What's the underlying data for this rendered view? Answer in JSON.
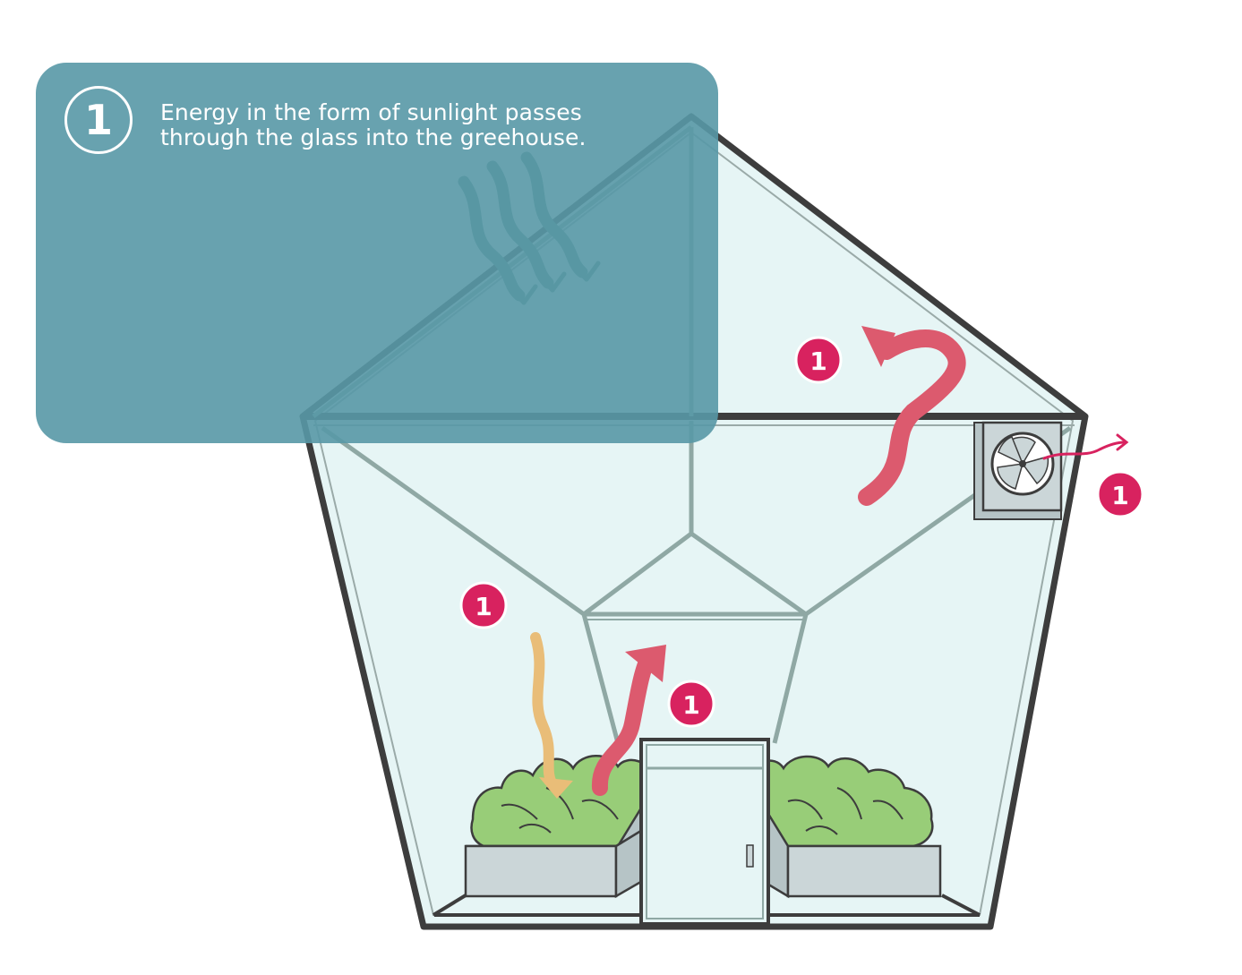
{
  "info_panel": {
    "step_number": "1",
    "text_lines": [
      "Energy in the form of sunlight passes",
      "through the glass into the greehouse."
    ]
  },
  "markers": [
    {
      "id": "roof-heat",
      "label": "1"
    },
    {
      "id": "fan-exhaust",
      "label": "1"
    },
    {
      "id": "sunlight-ground",
      "label": "1"
    },
    {
      "id": "heat-rise",
      "label": "1"
    }
  ],
  "colors": {
    "panel": "#5898a6",
    "glass": "#e6f5f5",
    "frame": "#3d3d3d",
    "strut": "#8fa8a4",
    "marker": "#d8225f",
    "heat_arrow": "#dc5a6e",
    "sun_arrow": "#e9bd78",
    "plants": "#98cd78",
    "planter": "#cbd6d8"
  }
}
